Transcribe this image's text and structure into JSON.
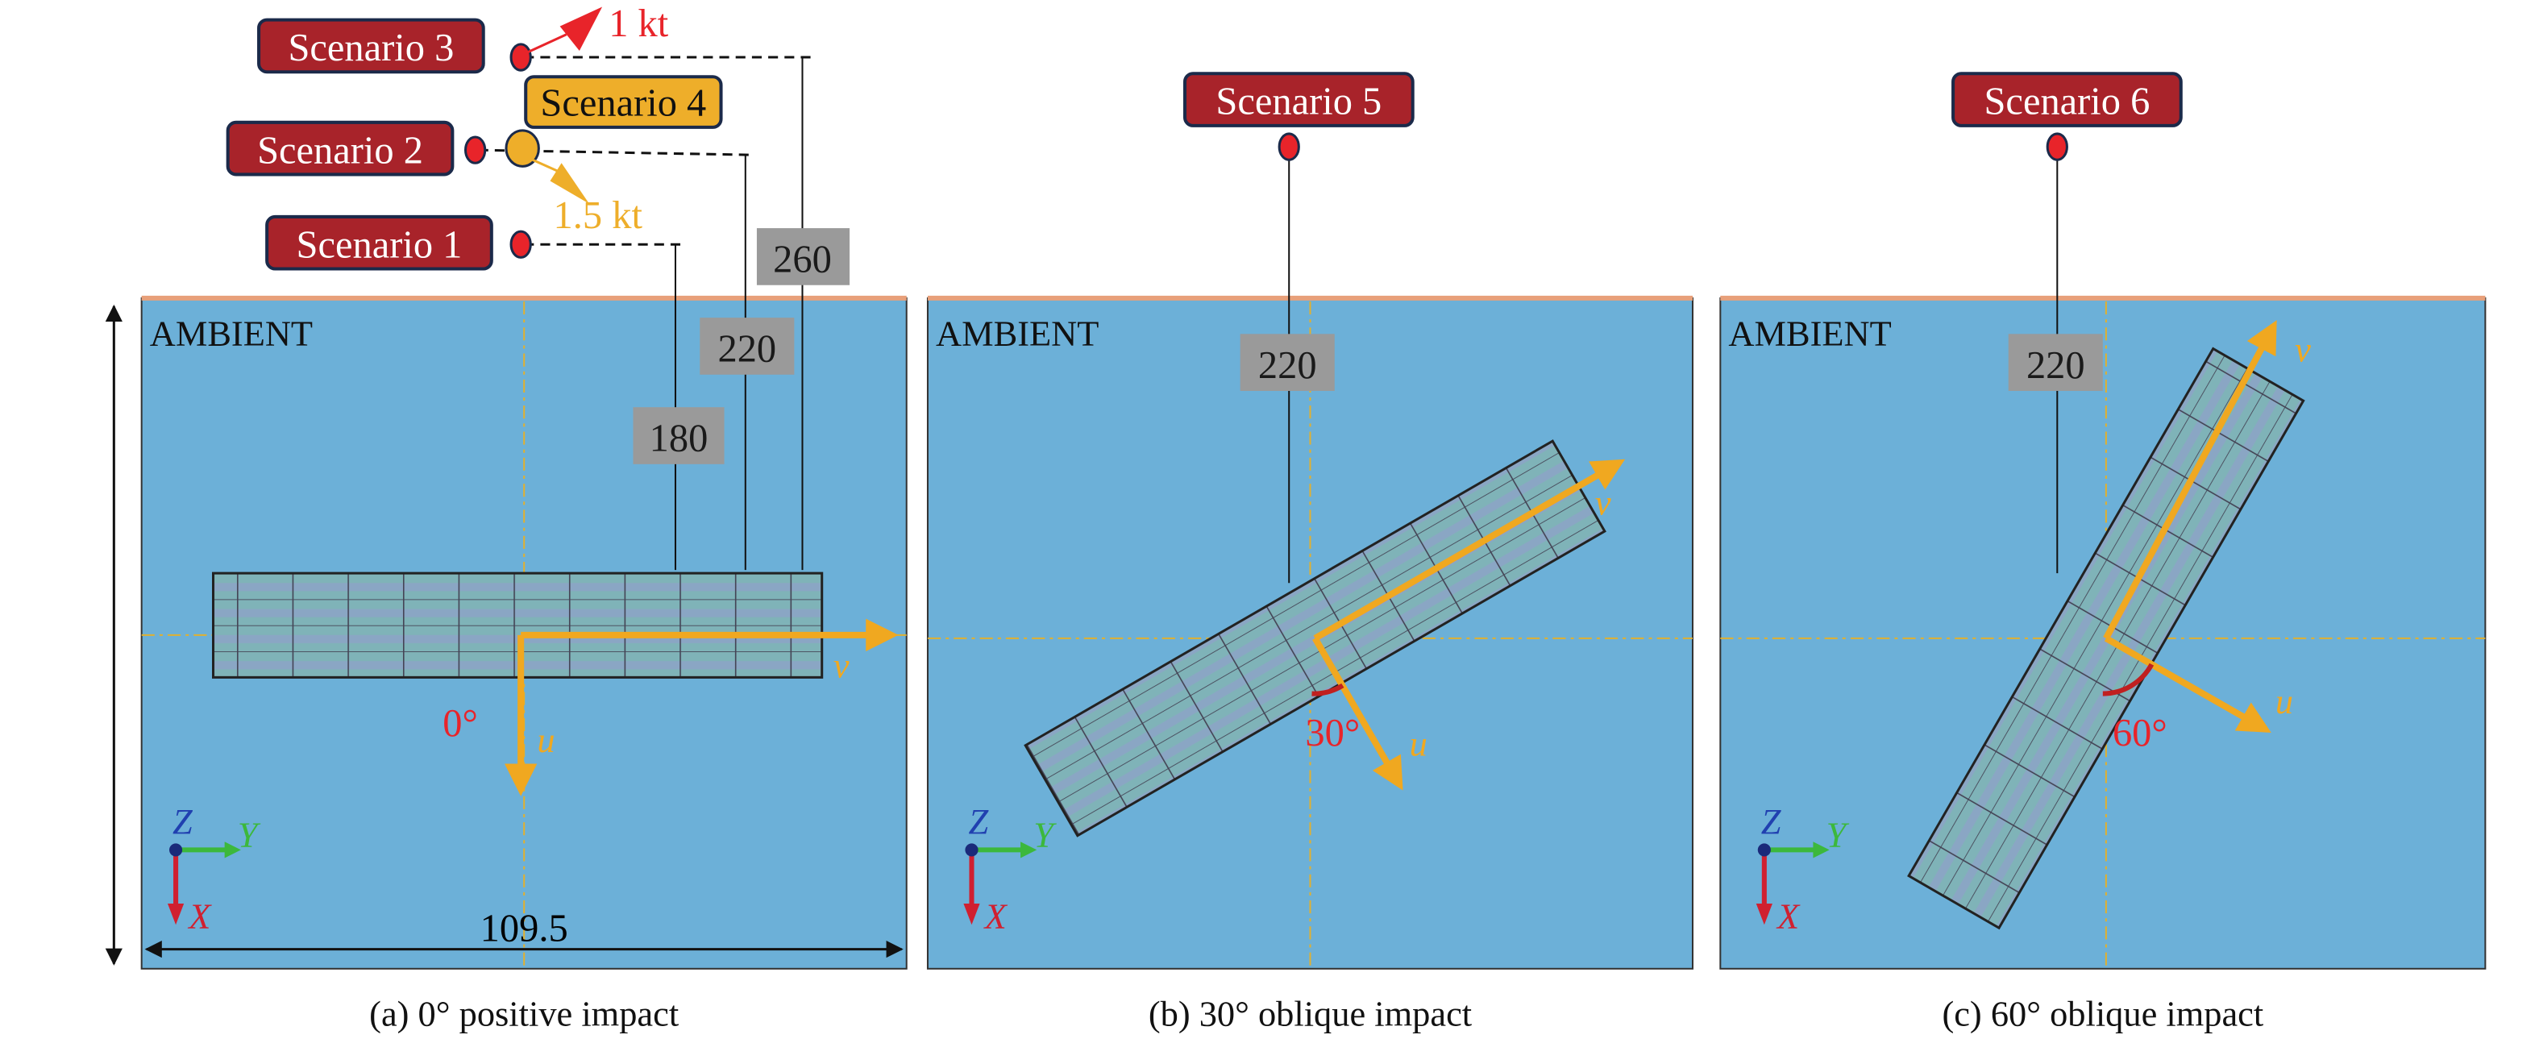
{
  "scenarios": {
    "s1": "Scenario 1",
    "s2": "Scenario 2",
    "s3": "Scenario 3",
    "s4": "Scenario 4",
    "s5": "Scenario 5",
    "s6": "Scenario 6"
  },
  "velocities": {
    "red": "1 kt",
    "orange": "1.5 kt"
  },
  "heights": {
    "a1": "180",
    "a2": "220",
    "a3": "260",
    "b": "220",
    "c": "220"
  },
  "panel_label": "AMBIENT",
  "dimension_width": "109.5",
  "angles": {
    "a": "0°",
    "b": "30°",
    "c": "60°"
  },
  "vector_labels": {
    "u": "u",
    "v": "v"
  },
  "axes": {
    "x": "X",
    "y": "Y",
    "z": "Z"
  },
  "captions": {
    "a": "(a) 0° positive impact",
    "b": "(b) 30° oblique impact",
    "c": "(c) 60° oblique impact"
  },
  "colors": {
    "water": "#6cb0d8",
    "scenario_red": "#a8232a",
    "scenario_orange": "#eeae2a",
    "arrow": "#f0a820",
    "surface": "#e8a07a"
  }
}
